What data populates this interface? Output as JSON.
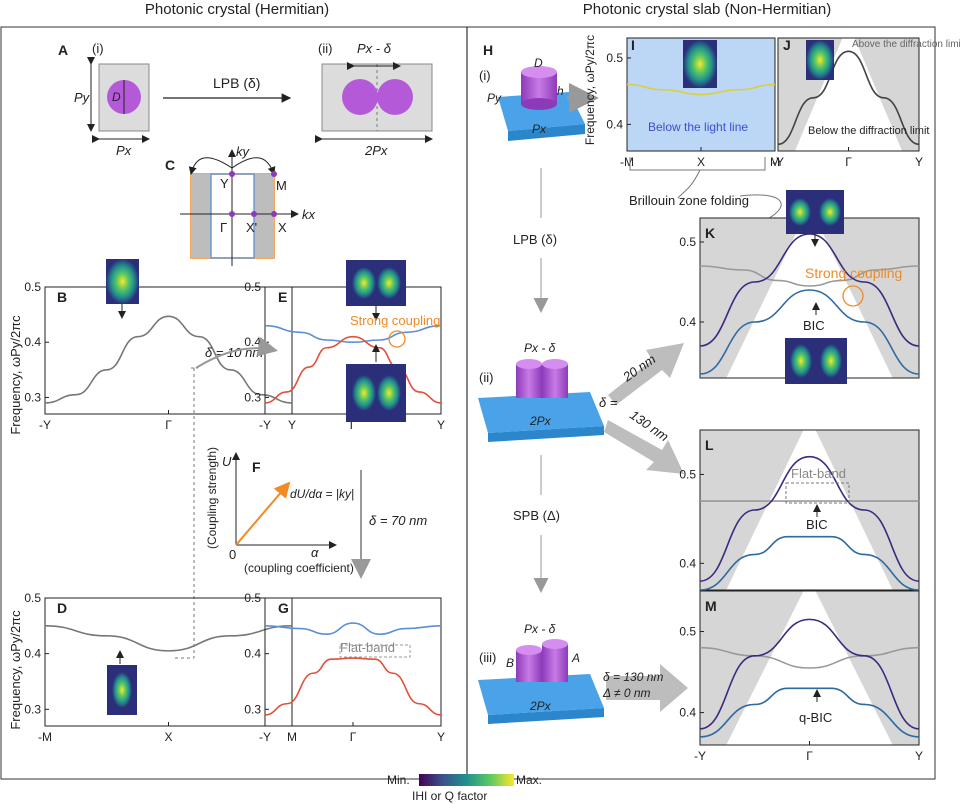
{
  "headers": {
    "left": "Photonic crystal (Hermitian)",
    "right": "Photonic crystal slab (Non-Hermitian)"
  },
  "panel_letters": [
    "A",
    "B",
    "C",
    "D",
    "E",
    "F",
    "G",
    "H",
    "I",
    "J",
    "K",
    "L",
    "M"
  ],
  "schematics": {
    "step_i": "(i)",
    "step_ii": "(ii)",
    "step_iii": "(iii)",
    "D_label": "D",
    "Py_label": "Py",
    "Px_label": "Px",
    "h_label": "h",
    "two_px": "2Px",
    "px_minus_delta": "Px - δ",
    "lpb": "LPB (δ)",
    "spb": "SPB (Δ)",
    "B_label": "B",
    "A_label": "A"
  },
  "brillouin": {
    "kx": "kx",
    "ky": "ky",
    "points": [
      "Γ",
      "X",
      "X'",
      "M",
      "Y"
    ]
  },
  "annotations": {
    "delta10": "δ = 10 nm",
    "delta70": "δ = 70 nm",
    "delta20": "20 nm",
    "delta130": "130 nm",
    "delta_eq": "δ =",
    "m_delta": "δ = 130 nm",
    "m_Delta": "Δ ≠ 0 nm",
    "strong_coupling": "Strong coupling",
    "flat_band": "Flat-band",
    "bic": "BIC",
    "qbic": "q-BIC",
    "below_light_line": "Below the light line",
    "above_diffraction": "Above the diffraction limit",
    "below_diffraction": "Below the diffraction limit",
    "bz_folding": "Brillouin zone folding",
    "coupling_strength": "(Coupling strength)",
    "coupling_coefficient": "(coupling coefficient)",
    "U": "U",
    "alpha": "α",
    "origin": "0",
    "dU_eq": "dU/dα = |ky|"
  },
  "colorbar": {
    "min": "Min.",
    "max": "Max.",
    "label": "IHI or Q factor"
  },
  "colors": {
    "orange": "#f08a24",
    "blue_band": "#5a8fd8",
    "red_band": "#e0503a",
    "purple": "#a24fc8",
    "slab_blue": "#4aa3e8"
  },
  "chart_data": [
    {
      "panel": "B",
      "type": "line",
      "ylabel": "Frequency, ωPy/2πc",
      "x_ticks": [
        "-Y",
        "Γ",
        "Y"
      ],
      "y_ticks": [
        "0.3",
        "0.4",
        "0.5"
      ],
      "ylim": [
        0.27,
        0.5
      ],
      "series": [
        {
          "x": [
            -1,
            -0.75,
            -0.5,
            -0.25,
            0,
            0.25,
            0.5,
            0.75,
            1
          ],
          "values": [
            0.29,
            0.305,
            0.35,
            0.41,
            0.447,
            0.41,
            0.35,
            0.305,
            0.29
          ],
          "color": "#777777"
        }
      ]
    },
    {
      "panel": "C",
      "type": "line",
      "ylabel": "Frequency, ωPy/2πc",
      "x_ticks": [
        "-M",
        "X",
        "M"
      ],
      "y_ticks": [
        "0.3",
        "0.4",
        "0.5"
      ],
      "ylim": [
        0.27,
        0.5
      ],
      "series": [
        {
          "x": [
            -1,
            -0.5,
            0,
            0.5,
            1
          ],
          "values": [
            0.45,
            0.432,
            0.405,
            0.432,
            0.45
          ],
          "color": "#777777"
        }
      ]
    },
    {
      "panel": "E",
      "type": "line",
      "x_ticks": [
        "-Y",
        "Γ",
        "Y"
      ],
      "y_ticks": [
        "0.3",
        "0.4",
        "0.5"
      ],
      "ylim": [
        0.27,
        0.5
      ],
      "series": [
        {
          "x": [
            -1,
            -0.6,
            -0.3,
            0,
            0.3,
            0.6,
            1
          ],
          "values": [
            0.43,
            0.418,
            0.404,
            0.4,
            0.404,
            0.418,
            0.43
          ],
          "color": "#5a8fd8"
        },
        {
          "x": [
            -1,
            -0.75,
            -0.5,
            -0.3,
            0,
            0.3,
            0.5,
            0.75,
            1
          ],
          "values": [
            0.29,
            0.31,
            0.355,
            0.39,
            0.41,
            0.39,
            0.355,
            0.31,
            0.29
          ],
          "color": "#e0503a"
        }
      ]
    },
    {
      "panel": "F",
      "type": "line",
      "x_ticks": [
        "-Y",
        "Γ",
        "Y"
      ],
      "y_ticks": [
        "0.3",
        "0.4",
        "0.5"
      ],
      "ylim": [
        0.27,
        0.5
      ],
      "series": [
        {
          "x": [
            -1,
            -0.6,
            -0.3,
            0,
            0.3,
            0.6,
            1
          ],
          "values": [
            0.45,
            0.445,
            0.435,
            0.455,
            0.435,
            0.445,
            0.45
          ],
          "color": "#5a8fd8"
        },
        {
          "x": [
            -1,
            -0.75,
            -0.45,
            -0.25,
            0,
            0.25,
            0.45,
            0.75,
            1
          ],
          "values": [
            0.29,
            0.31,
            0.365,
            0.39,
            0.392,
            0.39,
            0.365,
            0.31,
            0.29
          ],
          "color": "#e0503a"
        }
      ]
    },
    {
      "panel": "I",
      "type": "line",
      "ylabel": "Frequency, ωPy/2πc",
      "x_ticks": [
        "-M",
        "X",
        "M"
      ],
      "y_ticks": [
        "0.4",
        "0.5"
      ],
      "ylim": [
        0.36,
        0.53
      ],
      "series": [
        {
          "x": [
            -1,
            -0.5,
            0,
            0.5,
            1
          ],
          "values": [
            0.46,
            0.452,
            0.445,
            0.452,
            0.46
          ],
          "color": "#d8d040"
        }
      ]
    },
    {
      "panel": "J",
      "type": "line",
      "x_ticks": [
        "-Y",
        "Γ",
        "Y"
      ],
      "ylim": [
        0.36,
        0.53
      ],
      "series": [
        {
          "x": [
            -1,
            -0.5,
            0,
            0.5,
            1
          ],
          "values": [
            0.37,
            0.44,
            0.51,
            0.44,
            0.37
          ],
          "color": "#444444"
        }
      ]
    },
    {
      "panel": "K",
      "type": "line",
      "y_ticks": [
        "0.4",
        "0.5"
      ],
      "ylim": [
        0.33,
        0.53
      ],
      "series": [
        {
          "x": [
            -1,
            -0.6,
            -0.3,
            0,
            0.3,
            0.6,
            1
          ],
          "values": [
            0.47,
            0.465,
            0.452,
            0.445,
            0.452,
            0.465,
            0.47
          ],
          "color": "#999999"
        },
        {
          "x": [
            -1,
            -0.5,
            0,
            0.5,
            1
          ],
          "values": [
            0.37,
            0.45,
            0.51,
            0.45,
            0.37
          ],
          "color": "#3b2a80"
        },
        {
          "x": [
            -1,
            -0.5,
            0,
            0.5,
            1
          ],
          "values": [
            0.335,
            0.4,
            0.44,
            0.4,
            0.335
          ],
          "color": "#2e6aa0"
        }
      ]
    },
    {
      "panel": "L",
      "type": "line",
      "y_ticks": [
        "0.4",
        "0.5"
      ],
      "ylim": [
        0.37,
        0.55
      ],
      "series": [
        {
          "x": [
            -1,
            -0.5,
            0,
            0.5,
            1
          ],
          "values": [
            0.47,
            0.47,
            0.47,
            0.47,
            0.47
          ],
          "color": "#999999"
        },
        {
          "x": [
            -1,
            -0.5,
            0,
            0.5,
            1
          ],
          "values": [
            0.38,
            0.46,
            0.52,
            0.46,
            0.38
          ],
          "color": "#3b2a80"
        },
        {
          "x": [
            -1,
            -0.5,
            -0.2,
            0,
            0.2,
            0.5,
            1
          ],
          "values": [
            0.37,
            0.41,
            0.43,
            0.43,
            0.43,
            0.41,
            0.37
          ],
          "color": "#2e6aa0"
        }
      ]
    },
    {
      "panel": "M",
      "type": "line",
      "x_ticks": [
        "-Y",
        "Γ",
        "Y"
      ],
      "y_ticks": [
        "0.4",
        "0.5"
      ],
      "ylim": [
        0.36,
        0.55
      ],
      "series": [
        {
          "x": [
            -1,
            -0.5,
            0,
            0.5,
            1
          ],
          "values": [
            0.48,
            0.47,
            0.455,
            0.47,
            0.48
          ],
          "color": "#999999"
        },
        {
          "x": [
            -1,
            -0.5,
            0,
            0.5,
            1
          ],
          "values": [
            0.38,
            0.47,
            0.515,
            0.47,
            0.38
          ],
          "color": "#3b2a80"
        },
        {
          "x": [
            -1,
            -0.5,
            -0.2,
            0,
            0.2,
            0.5,
            1
          ],
          "values": [
            0.37,
            0.41,
            0.43,
            0.43,
            0.43,
            0.41,
            0.37
          ],
          "color": "#2e6aa0"
        }
      ]
    }
  ]
}
